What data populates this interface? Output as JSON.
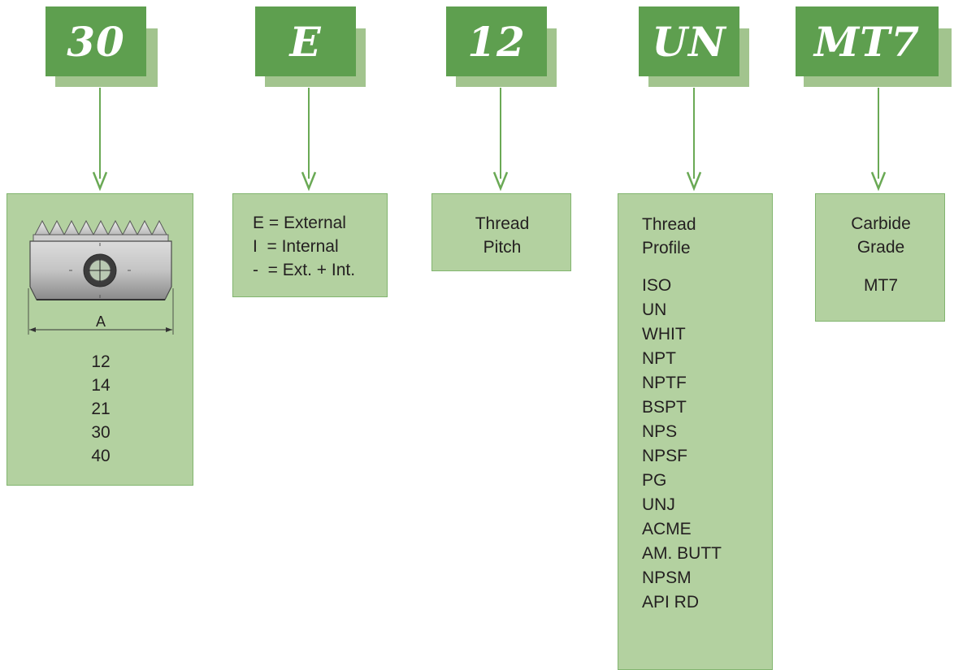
{
  "codes": {
    "size": "30",
    "type": "E",
    "pitch": "12",
    "profile": "UN",
    "grade": "MT7"
  },
  "size_panel": {
    "dimension_label": "A",
    "sizes": [
      "12",
      "14",
      "21",
      "30",
      "40"
    ]
  },
  "type_panel": {
    "lines": [
      "E = External",
      "I  = Internal",
      "-  = Ext. + Int."
    ]
  },
  "pitch_panel": {
    "line1": "Thread",
    "line2": "Pitch"
  },
  "profile_panel": {
    "line1": "Thread",
    "line2": "Profile",
    "profiles": [
      "ISO",
      "UN",
      "WHIT",
      "NPT",
      "NPTF",
      "BSPT",
      "NPS",
      "NPSF",
      "PG",
      "UNJ",
      "ACME",
      "AM. BUTT",
      "NPSM",
      "API RD"
    ]
  },
  "grade_panel": {
    "line1": "Carbide",
    "line2": "Grade",
    "value": "MT7"
  },
  "colors": {
    "code_box": "#5e9f4f",
    "code_shadow": "#a2c48e",
    "panel_fill": "#b3d1a0",
    "arrow": "#6aa955"
  }
}
